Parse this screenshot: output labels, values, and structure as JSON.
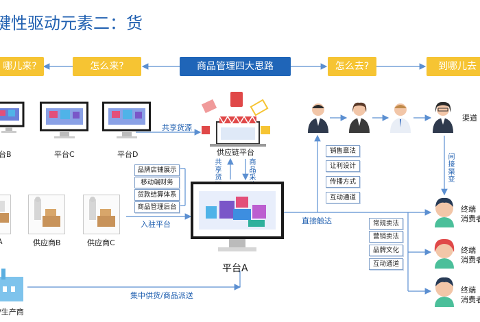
{
  "title": "键性驱动元素二：货",
  "pills": {
    "where_from": "哪儿来?",
    "how_come": "怎么来?",
    "center": "商品管理四大思路",
    "how_go": "怎么去?",
    "where_to": "到哪儿去"
  },
  "platforms": {
    "b": "台B",
    "c": "平台C",
    "d": "平台D",
    "a": "平台A"
  },
  "share_goods": "共享货源",
  "supply_chain_platform": "供应链平台",
  "vertical_left": "共享货源",
  "vertical_right": "商品采购",
  "mgmt_boxes": [
    "品牌店铺展示",
    "移动端财务",
    "货款结算体系",
    "商品管理后台"
  ],
  "enter_platform": "入驻平台",
  "suppliers": [
    "A",
    "供应商B",
    "供应商C"
  ],
  "producer": "/生产商",
  "central_supply": "集中供货/商品派送",
  "direct_reach": "直接触达",
  "channel_boxes": [
    "销售章法",
    "让利设计",
    "传播方式",
    "互动通道"
  ],
  "consumer_boxes": [
    "常规卖法",
    "营销卖法",
    "品牌文化",
    "互动通道"
  ],
  "channel_label": "渠道",
  "indirect_label": "间接渠变",
  "terminal_label": "终端",
  "consumer_label": "消费者",
  "colors": {
    "blue": "#1f65b8",
    "yellow": "#f6c433",
    "arrow": "#5b8fd1"
  }
}
